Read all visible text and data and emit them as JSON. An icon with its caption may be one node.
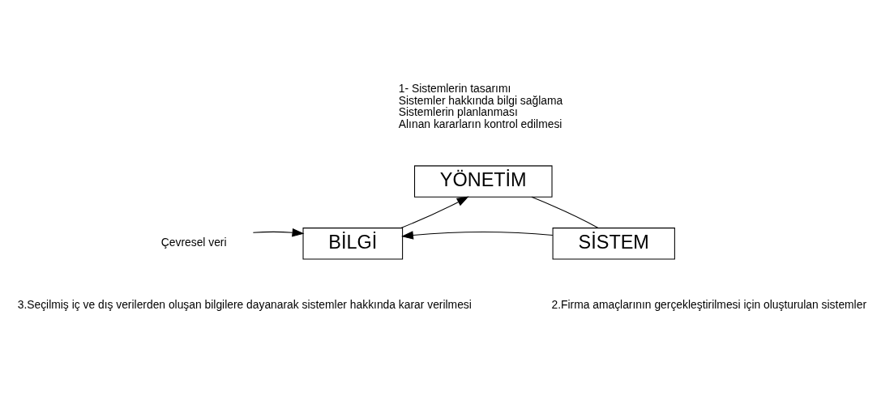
{
  "diagram": {
    "nodes": [
      {
        "text": [
          "YÖNETİM"
        ],
        "beside": [
          "1- Sistemlerin tasarımı",
          "Sistemler hakkında bilgi sağlama",
          "Sistemlerin planlanması",
          "Alınan kararların kontrol edilmesi"
        ]
      },
      {
        "text": [
          "Çevresel veri"
        ]
      },
      {
        "text": [
          "BİLGİ"
        ],
        "beside": [
          "3.Seçilmiş iç ve dış verilerden oluşan bilgilere dayanarak sistemler hakkında karar verilmesi"
        ]
      },
      {
        "text": [
          "SİSTEM"
        ],
        "beside": [
          "2.Firma amaçlarının gerçekleştirilmesi için oluşturulan sistemler"
        ]
      }
    ],
    "edges": [
      {
        "from": 2,
        "to": 0,
        "arrow": "to"
      },
      {
        "from": 0,
        "to": 3,
        "arrow": "none"
      },
      {
        "from": 3,
        "to": 2,
        "arrow": "to"
      },
      {
        "from": 1,
        "to": 2,
        "arrow": "to"
      }
    ]
  }
}
